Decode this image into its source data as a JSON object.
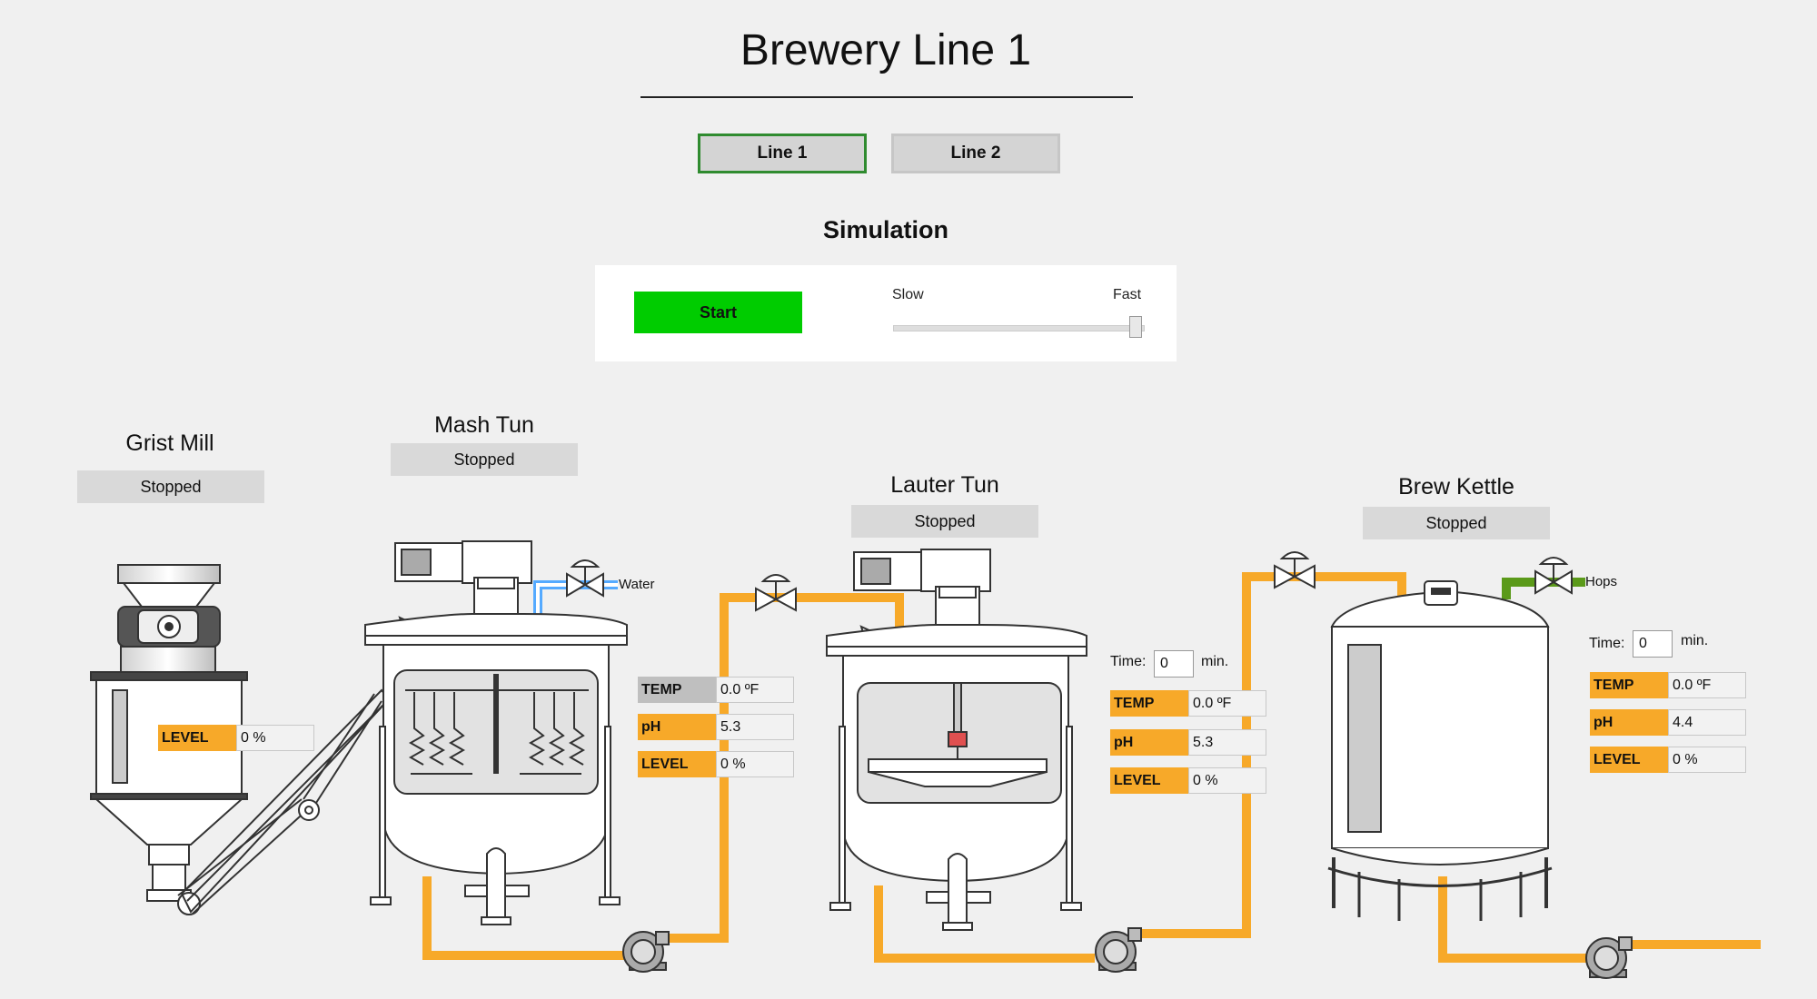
{
  "page": {
    "title": "Brewery Line 1"
  },
  "tabs": [
    {
      "label": "Line 1",
      "active": true
    },
    {
      "label": "Line 2",
      "active": false
    }
  ],
  "simulation": {
    "title": "Simulation",
    "start_label": "Start",
    "slow_label": "Slow",
    "fast_label": "Fast",
    "speed_level": 1.0
  },
  "grist_mill": {
    "title": "Grist Mill",
    "status": "Stopped",
    "level_label": "LEVEL",
    "level_value": "0  %"
  },
  "mash_tun": {
    "title": "Mash Tun",
    "status": "Stopped",
    "water_label": "Water",
    "readings": [
      {
        "label": "TEMP",
        "value": "0.0  ºF"
      },
      {
        "label": "pH",
        "value": "5.3"
      },
      {
        "label": "LEVEL",
        "value": "0  %"
      }
    ]
  },
  "lauter_tun": {
    "title": "Lauter Tun",
    "status": "Stopped",
    "time_label": "Time:",
    "time_value": "0",
    "time_unit": "min.",
    "readings": [
      {
        "label": "TEMP",
        "value": "0.0  ºF"
      },
      {
        "label": "pH",
        "value": "5.3"
      },
      {
        "label": "LEVEL",
        "value": "0  %"
      }
    ]
  },
  "brew_kettle": {
    "title": "Brew Kettle",
    "status": "Stopped",
    "hops_label": "Hops",
    "time_label": "Time:",
    "time_value": "0",
    "time_unit": "min.",
    "readings": [
      {
        "label": "TEMP",
        "value": "0.0  ºF"
      },
      {
        "label": "pH",
        "value": "4.4"
      },
      {
        "label": "LEVEL",
        "value": "0  %"
      }
    ]
  },
  "colors": {
    "pipe_orange": "#f7a929",
    "pipe_water": "#55aaff",
    "pipe_hops": "#5b9a1a",
    "start_green": "#00cc00",
    "active_tab_border": "#2f8b2f"
  }
}
